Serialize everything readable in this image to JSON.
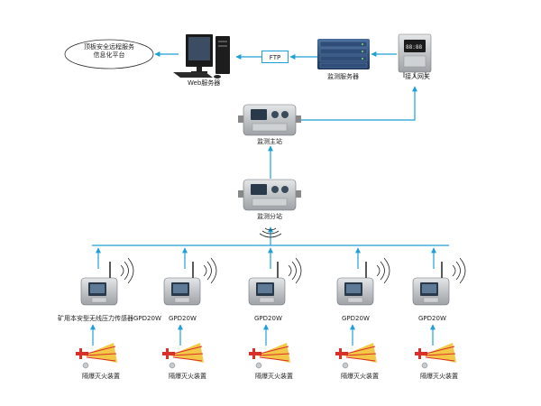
{
  "platform": {
    "line1": "顶板安全远程服务",
    "line2": "信息化平台"
  },
  "web_server": {
    "label": "Web服务器"
  },
  "ftp": {
    "label": "FTP"
  },
  "monitor_server": {
    "label": "监测服务器"
  },
  "gateway": {
    "label": "接入网关"
  },
  "main_station": {
    "label": "监测主站"
  },
  "sub_station": {
    "label": "监测分站"
  },
  "sensors": [
    {
      "label": "矿用本安型无线压力传感器GPD20W",
      "device_label": "隔爆灭火装置"
    },
    {
      "label": "GPD20W",
      "device_label": "隔爆灭火装置"
    },
    {
      "label": "GPD20W",
      "device_label": "隔爆灭火装置"
    },
    {
      "label": "GPD20W",
      "device_label": "隔爆灭火装置"
    },
    {
      "label": "GPD20W",
      "device_label": "隔爆灭火装置"
    }
  ],
  "colors": {
    "connector": "#1e9fd8",
    "device_body": "#b9bcbf",
    "device_screen": "#2b3a4a",
    "fan_yellow": "#f3c232",
    "fan_red": "#d9302c"
  }
}
